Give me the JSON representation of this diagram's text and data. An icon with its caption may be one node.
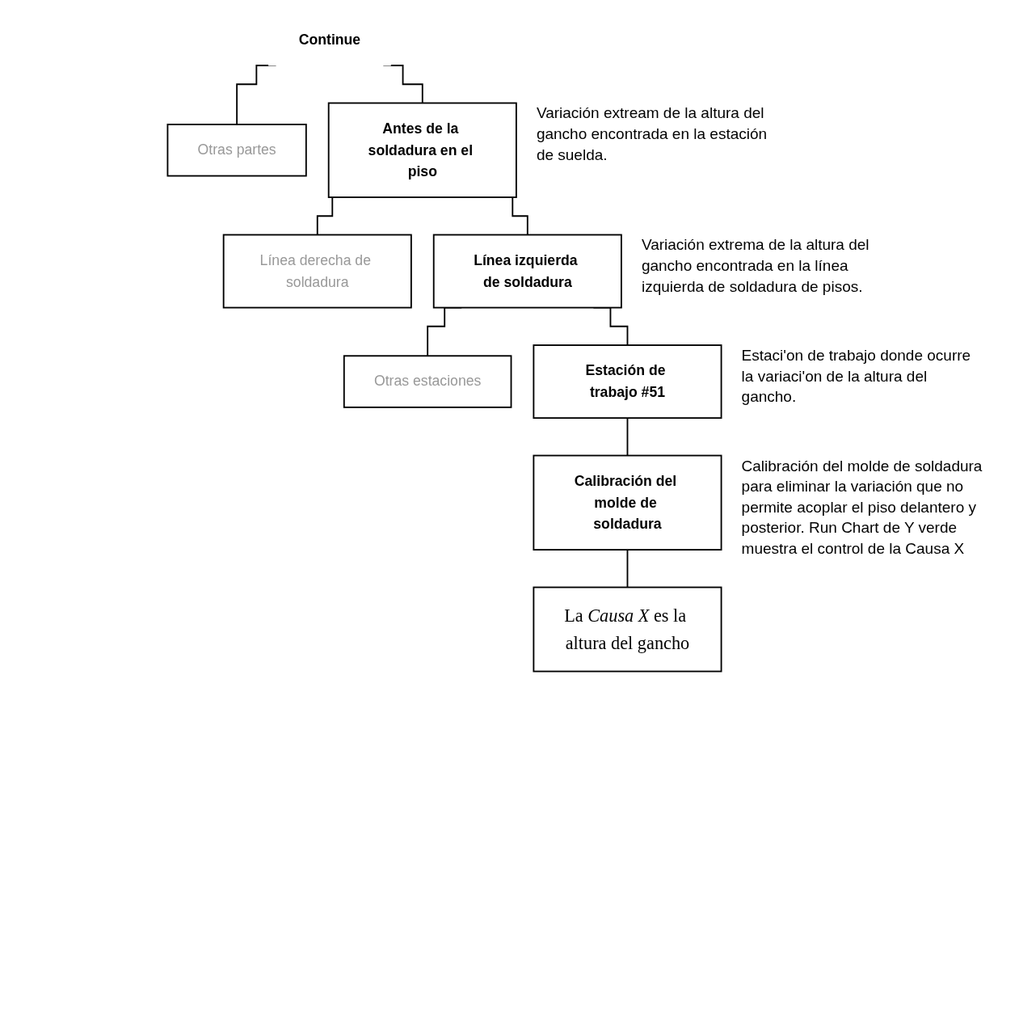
{
  "diagram": {
    "nodes": [
      {
        "text": [
          "Continue"
        ]
      },
      {
        "text": [
          "Otras partes"
        ]
      },
      {
        "text": [
          "Antes de la soldadura en el piso"
        ],
        "beside": [
          "Variación extream de la altura del gancho encontrada en la estación de suelda."
        ]
      },
      {
        "text": [
          "Línea derecha de soldadura"
        ]
      },
      {
        "text": [
          "Línea izquierda de soldadura"
        ],
        "beside": [
          "Variación extrema de la altura del gancho encontrada en la línea izquierda de soldadura de pisos."
        ]
      },
      {
        "text": [
          "Otras estaciones"
        ]
      },
      {
        "text": [
          "Estación de trabajo #51"
        ],
        "beside": [
          "Estaci'on de trabajo donde ocurre la variaci'on de la altura del gancho."
        ]
      },
      {
        "text": [
          "Calibración del molde de soldadura"
        ],
        "beside": [
          "Calibración del molde de soldadura para eliminar la variación que no permite acoplar el piso delantero y posterior. Run Chart de Y verde muestra el control de la Causa X"
        ]
      },
      {
        "text": [
          "La *Causa X* es la altura del gancho"
        ]
      }
    ],
    "edges": [
      {
        "from": 0,
        "to": 1,
        "arrow": "none"
      },
      {
        "from": 0,
        "to": 2,
        "arrow": "none"
      },
      {
        "from": 2,
        "to": 3,
        "arrow": "none"
      },
      {
        "from": 2,
        "to": 4,
        "arrow": "none"
      },
      {
        "from": 4,
        "to": 5,
        "arrow": "none"
      },
      {
        "from": 4,
        "to": 6,
        "arrow": "none"
      },
      {
        "from": 6,
        "to": 7,
        "arrow": "none"
      },
      {
        "from": 7,
        "to": 8,
        "arrow": "none"
      }
    ]
  }
}
